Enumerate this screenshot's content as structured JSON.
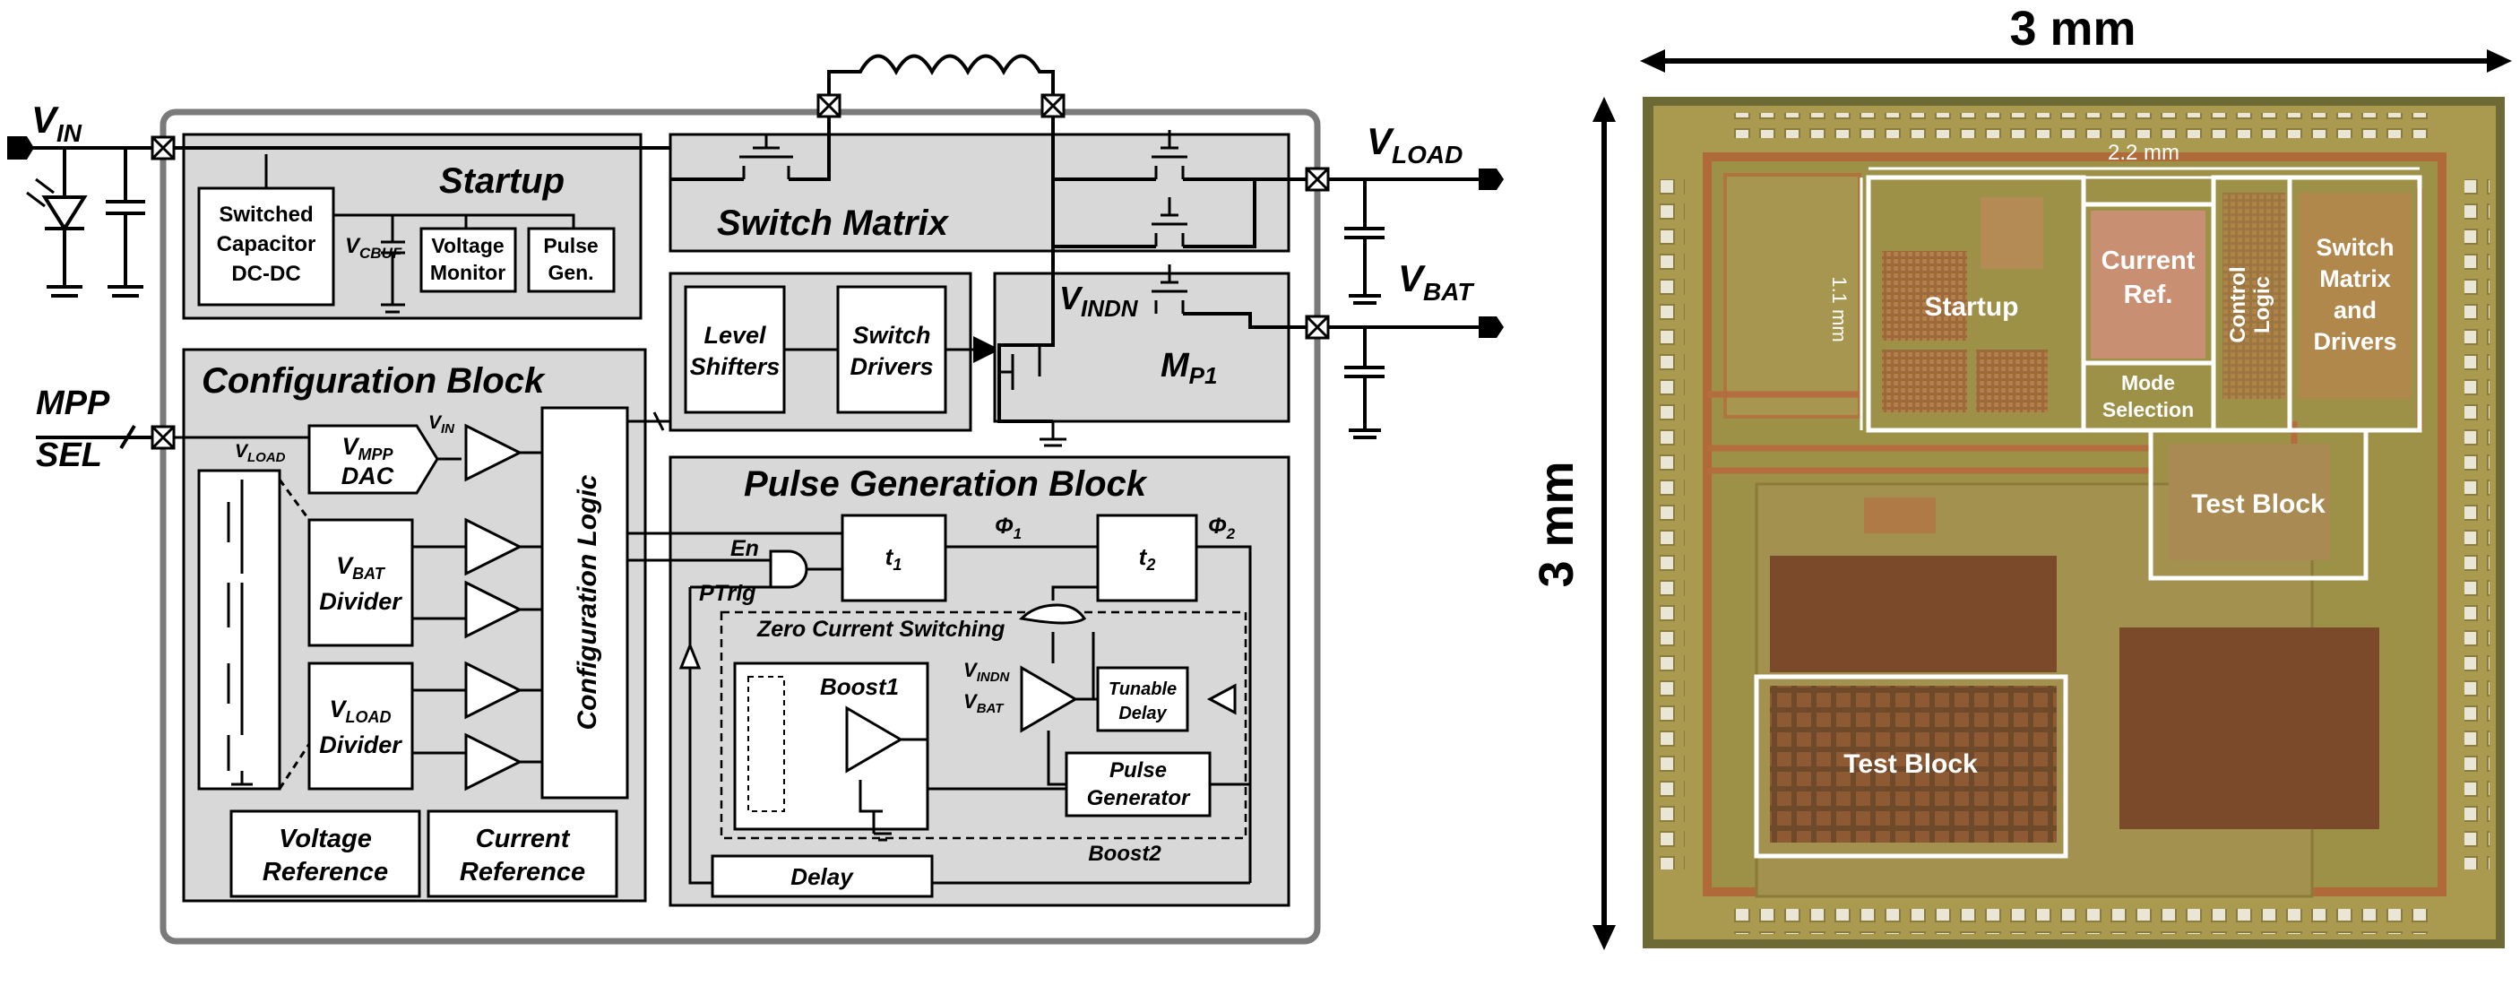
{
  "schematic": {
    "vin": "V",
    "vin_sub": "IN",
    "vload": "V",
    "vload_sub": "LOAD",
    "vbat": "V",
    "vbat_sub": "BAT",
    "mpp_sel_line1": "MPP",
    "mpp_sel_line2": "SEL",
    "startup": {
      "title": "Startup",
      "sc_dcdc": [
        "Switched",
        "Capacitor",
        "DC-DC"
      ],
      "vcbuf": "V",
      "vcbuf_sub": "CBUF",
      "voltage_monitor": [
        "Voltage",
        "Monitor"
      ],
      "pulse_gen": [
        "Pulse",
        "Gen."
      ]
    },
    "switch_matrix": {
      "title": "Switch Matrix"
    },
    "drivers": {
      "level_shifters": [
        "Level",
        "Shifters"
      ],
      "switch_drivers": [
        "Switch",
        "Drivers"
      ]
    },
    "vindn": "V",
    "vindn_sub": "INDN",
    "mp1": "M",
    "mp1_sub": "P1",
    "config": {
      "title": "Configuration Block",
      "vload_small": "V",
      "vload_small_sub": "LOAD",
      "vmpp_dac_v": "V",
      "vmpp_dac_sub": "MPP",
      "vmpp_dac_word": "DAC",
      "vin_small": "V",
      "vin_small_sub": "IN",
      "vbat_divider_v": "V",
      "vbat_divider_sub": "BAT",
      "vbat_divider_word": "Divider",
      "vload_divider_v": "V",
      "vload_divider_sub": "LOAD",
      "vload_divider_word": "Divider",
      "config_logic": "Configuration Logic",
      "voltage_reference": [
        "Voltage",
        "Reference"
      ],
      "current_reference": [
        "Current",
        "Reference"
      ]
    },
    "pulse": {
      "title": "Pulse Generation Block",
      "en": "En",
      "ptrig": "PTrig",
      "phi1": "Φ",
      "phi1_sub": "1",
      "phi2": "Φ",
      "phi2_sub": "2",
      "t1": "t",
      "t1_sub": "1",
      "t2": "t",
      "t2_sub": "2",
      "zcs": "Zero Current Switching",
      "boost1": "Boost1",
      "boost2": "Boost2",
      "vindn_in": "V",
      "vindn_in_sub": "INDN",
      "vbat_in": "V",
      "vbat_in_sub": "BAT",
      "tunable_delay": [
        "Tunable",
        "Delay"
      ],
      "pulse_generator": [
        "Pulse",
        "Generator"
      ],
      "delay": "Delay"
    }
  },
  "die_photo": {
    "width_label": "3 mm",
    "height_label": "3 mm",
    "core_width_label": "2.2 mm",
    "core_height_label": "1.1 mm",
    "blocks": {
      "startup": "Startup",
      "current_ref": [
        "Current",
        "Ref."
      ],
      "control_logic": [
        "Control",
        "Logic"
      ],
      "switch_matrix": [
        "Switch",
        "Matrix",
        "and",
        "Drivers"
      ],
      "mode_selection": [
        "Mode",
        "Selection"
      ],
      "test_block_upper": "Test Block",
      "test_block_lower": "Test Block"
    }
  }
}
